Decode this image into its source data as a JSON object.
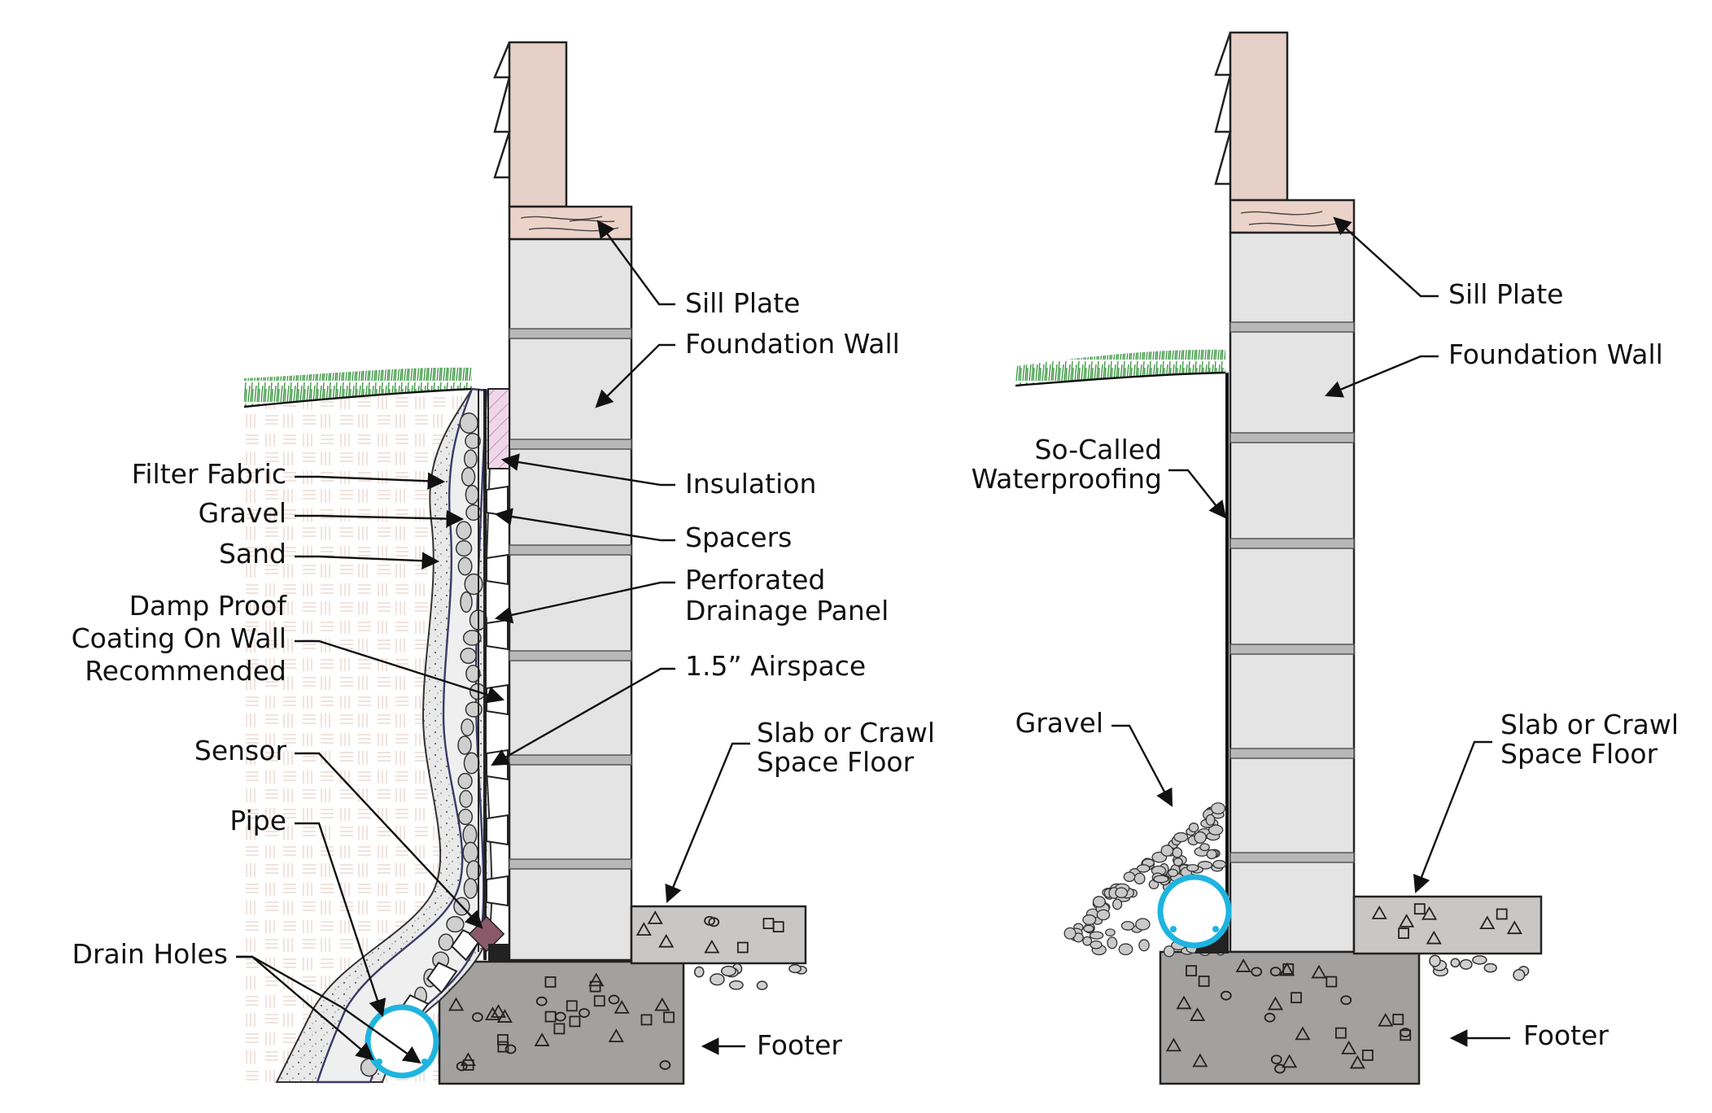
{
  "left_diagram": {
    "labels": {
      "sill_plate": "Sill Plate",
      "foundation_wall": "Foundation Wall",
      "insulation": "Insulation",
      "spacers": "Spacers",
      "perforated_1": "Perforated",
      "perforated_2": "Drainage Panel",
      "airspace": "1.5” Airspace",
      "slab_1": "Slab or Crawl",
      "slab_2": "Space Floor",
      "footer": "Footer",
      "filter_fabric": "Filter Fabric",
      "gravel": "Gravel",
      "sand": "Sand",
      "damp_1": "Damp Proof",
      "damp_2": "Coating On Wall",
      "damp_3": "Recommended",
      "sensor": "Sensor",
      "pipe": "Pipe",
      "drain_holes": "Drain Holes"
    }
  },
  "right_diagram": {
    "labels": {
      "sill_plate": "Sill Plate",
      "foundation_wall": "Foundation Wall",
      "waterproofing_1": "So-Called",
      "waterproofing_2": "Waterproofing",
      "gravel": "Gravel",
      "slab_1": "Slab or Crawl",
      "slab_2": "Space Floor",
      "footer": "Footer"
    }
  },
  "colors": {
    "siding": "#e6cfc6",
    "sill": "#ecd3c9",
    "block": "#e4e4e4",
    "mortar": "#b8b8b8",
    "slab": "#c9c7c5",
    "footer": "#a3a19f",
    "grass": "#4a9a4a",
    "pipe": "#1fb4e0",
    "insulation": "#efd7e9",
    "sand": "#e8e8e8"
  }
}
